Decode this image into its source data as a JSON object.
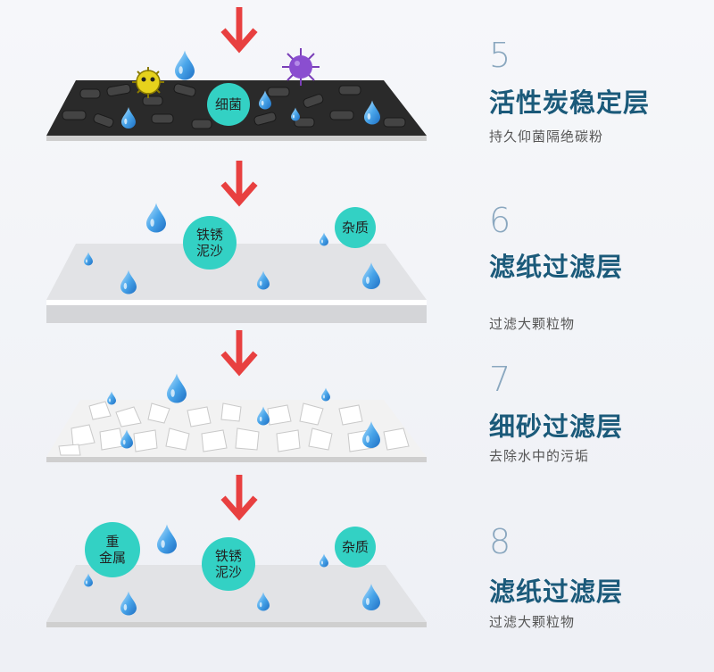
{
  "layers": [
    {
      "number": "5",
      "title": "活性炭稳定层",
      "description": "持久仰菌隔绝碳粉",
      "labels": [
        "细菌"
      ]
    },
    {
      "number": "6",
      "title": "滤纸过滤层",
      "description": "过滤大颗粒物",
      "labels": [
        "铁锈\n泥沙",
        "杂质"
      ]
    },
    {
      "number": "7",
      "title": "细砂过滤层",
      "description": "去除水中的污垢",
      "labels": []
    },
    {
      "number": "8",
      "title": "滤纸过滤层",
      "description": "过滤大颗粒物",
      "labels": [
        "重\n金属",
        "铁锈\n泥沙",
        "杂质"
      ]
    }
  ],
  "colors": {
    "arrow": "#e84040",
    "bubble": "#33d1c4",
    "drop": "#3aa0e8",
    "title": "#1b5a7a",
    "number": "#8aa7bf"
  },
  "icons": [
    "down-arrow-icon",
    "water-drop-icon",
    "bacteria-icon",
    "virus-icon"
  ]
}
